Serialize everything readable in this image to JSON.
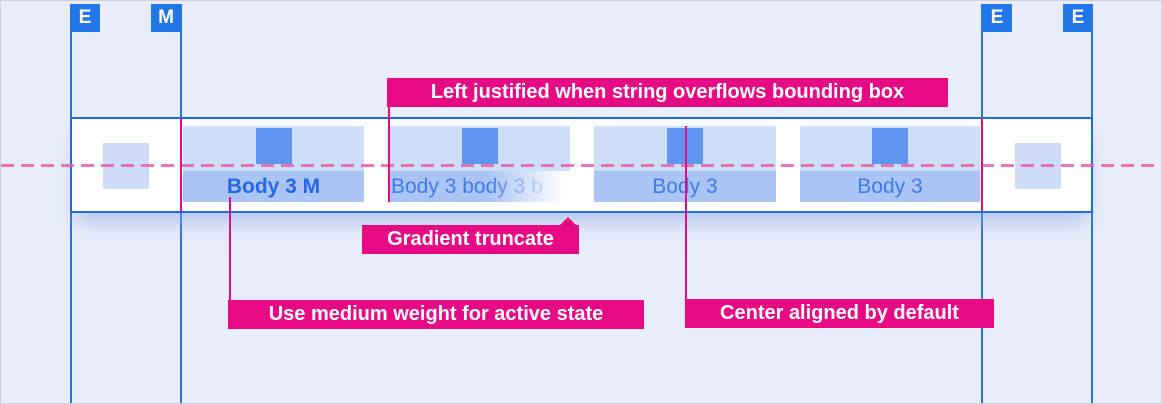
{
  "markers": {
    "items": [
      {
        "label": "E"
      },
      {
        "label": "M"
      },
      {
        "label": "E"
      },
      {
        "label": "E"
      }
    ]
  },
  "tabs": {
    "items": [
      {
        "label": "Body 3 M",
        "state": "active"
      },
      {
        "label": "Body 3 body 3 b",
        "state": "truncated"
      },
      {
        "label": "Body 3",
        "state": "default"
      },
      {
        "label": "Body 3",
        "state": "default"
      }
    ]
  },
  "annotations": {
    "overflow": "Left justified when string overflows bounding box",
    "gradient": "Gradient truncate",
    "active_weight": "Use medium weight for active state",
    "center_aligned": "Center aligned by default"
  },
  "colors": {
    "accent_blue": "#2176e8",
    "band_border": "#1a6ce2",
    "tab_rect": "#cddef9",
    "tab_strip": "#aac4f6",
    "icon_square": "#5e95f0",
    "slot_square": "#cfdcf8",
    "annotation_pink": "#e60a84",
    "dashed_pink": "#e85fa8",
    "active_text": "#2368e6",
    "inactive_text": "#3e7ce9",
    "background": "#e8edf9"
  }
}
